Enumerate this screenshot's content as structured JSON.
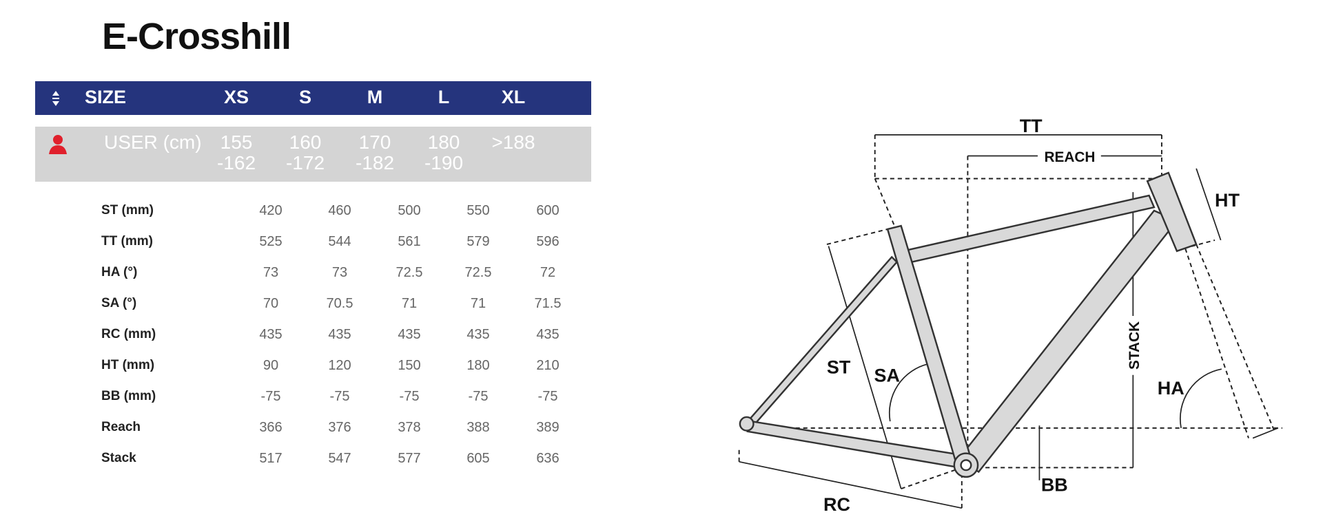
{
  "title": "E-Crosshill",
  "header": {
    "label": "SIZE",
    "sizes": [
      "XS",
      "S",
      "M",
      "L",
      "XL"
    ],
    "icon": "sort-icon",
    "color": "#25347d"
  },
  "user_row": {
    "label": "USER (cm)",
    "icon": "user-icon",
    "icon_color": "#e0202c",
    "values": [
      [
        "155",
        "-162"
      ],
      [
        "160",
        "-172"
      ],
      [
        "170",
        "-182"
      ],
      [
        "180",
        "-190"
      ],
      [
        ">188",
        ""
      ]
    ]
  },
  "rows": [
    {
      "name": "ST (mm)",
      "values": [
        "420",
        "460",
        "500",
        "550",
        "600"
      ]
    },
    {
      "name": "TT (mm)",
      "values": [
        "525",
        "544",
        "561",
        "579",
        "596"
      ]
    },
    {
      "name": "HA (°)",
      "values": [
        "73",
        "73",
        "72.5",
        "72.5",
        "72"
      ]
    },
    {
      "name": "SA (°)",
      "values": [
        "70",
        "70.5",
        "71",
        "71",
        "71.5"
      ]
    },
    {
      "name": "RC (mm)",
      "values": [
        "435",
        "435",
        "435",
        "435",
        "435"
      ]
    },
    {
      "name": "HT (mm)",
      "values": [
        "90",
        "120",
        "150",
        "180",
        "210"
      ]
    },
    {
      "name": "BB (mm)",
      "values": [
        "-75",
        "-75",
        "-75",
        "-75",
        "-75"
      ]
    },
    {
      "name": "Reach",
      "values": [
        "366",
        "376",
        "378",
        "388",
        "389"
      ]
    },
    {
      "name": "Stack",
      "values": [
        "517",
        "547",
        "577",
        "605",
        "636"
      ]
    }
  ],
  "diagram": {
    "labels": {
      "tt": "TT",
      "reach": "REACH",
      "ht": "HT",
      "stack": "STACK",
      "st": "ST",
      "sa": "SA",
      "ha": "HA",
      "bb": "BB",
      "rc": "RC"
    }
  }
}
